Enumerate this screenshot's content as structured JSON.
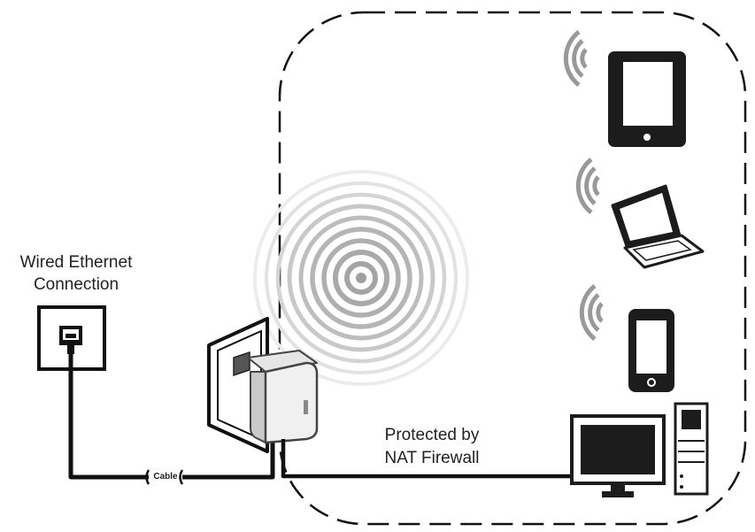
{
  "diagram": {
    "labels": {
      "wired_line1": "Wired Ethernet",
      "wired_line2": "Connection",
      "cable": "Cable",
      "protected_line1": "Protected by",
      "protected_line2": "NAT Firewall"
    },
    "icons": {
      "wall_jack": "ethernet-wall-jack",
      "router": "travel-router",
      "tablet": "tablet",
      "laptop": "laptop",
      "phone": "smartphone",
      "desktop": "desktop-computer",
      "wifi": "wifi-waves"
    },
    "colors": {
      "line": "#111111",
      "device_body": "#1c1c1c",
      "router_body": "#eeeeee",
      "ripple": "#b8b8b8"
    }
  }
}
